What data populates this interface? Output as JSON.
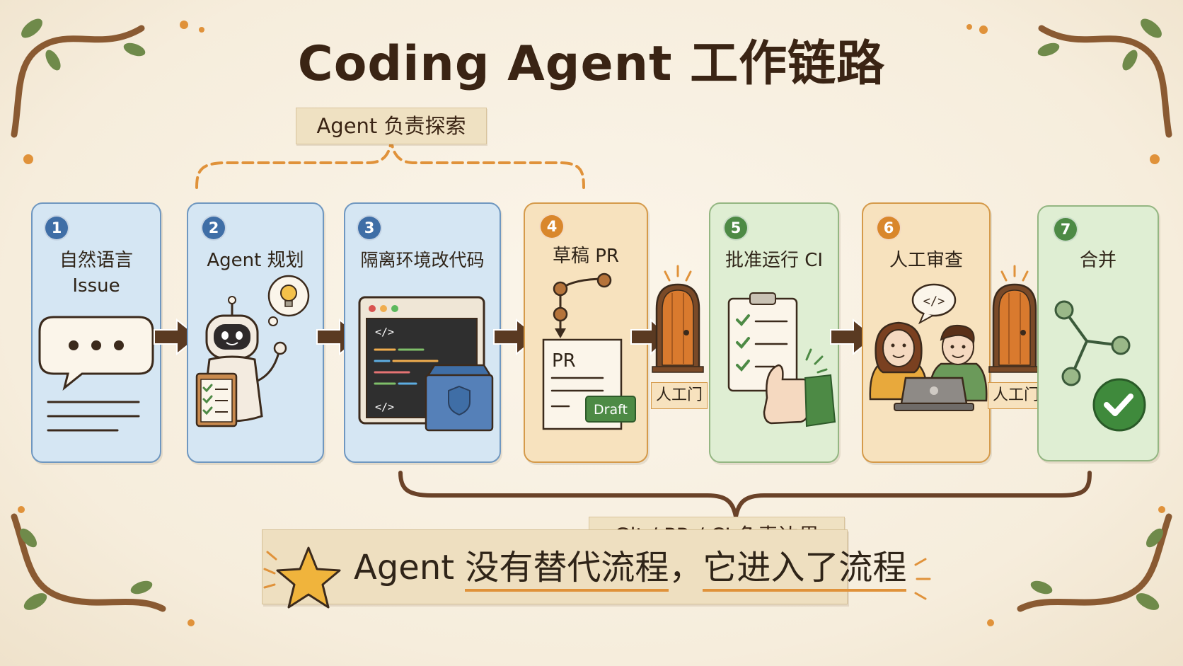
{
  "title": "Coding Agent 工作链路",
  "top_tag": "Agent 负责探索",
  "bottom_tag": "Git / PR / CI 负责边界",
  "steps": [
    {
      "num": "1",
      "label_line1": "自然语言",
      "label_line2": "Issue"
    },
    {
      "num": "2",
      "label_line1": "Agent 规划"
    },
    {
      "num": "3",
      "label_line1": "隔离环境改代码"
    },
    {
      "num": "4",
      "label_line1": "草稿 PR",
      "pr_text": "PR",
      "draft_text": "Draft"
    },
    {
      "num": "5",
      "label_line1": "批准运行 CI"
    },
    {
      "num": "6",
      "label_line1": "人工审查"
    },
    {
      "num": "7",
      "label_line1": "合并"
    }
  ],
  "gates": [
    "人工门",
    "人工门"
  ],
  "banner": {
    "prefix": "Agent ",
    "part1": "没有替代流程",
    "sep": "，",
    "part2": "它进入了流程"
  },
  "colors": {
    "blue_card": "#d5e6f3",
    "orange_card": "#f7e2be",
    "green_card": "#dfeed3",
    "arrow": "#5a3a22"
  }
}
